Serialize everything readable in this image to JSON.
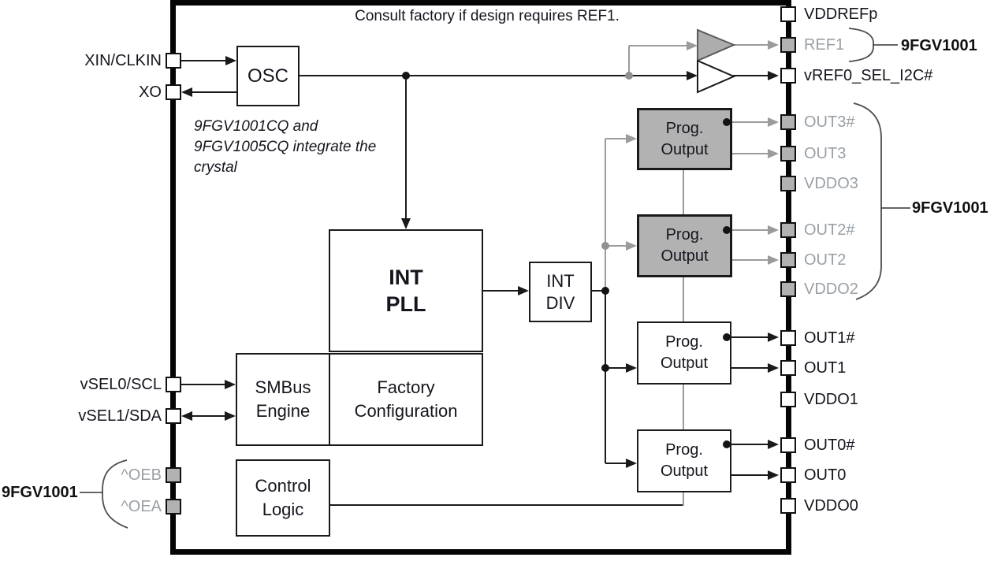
{
  "notes": {
    "consult": "Consult factory if design requires REF1.",
    "crystal_line1": "9FGV1001CQ and",
    "crystal_line2": "9FGV1005CQ integrate the",
    "crystal_line3": "crystal"
  },
  "device_labels": {
    "ref1_group": "9FGV1001",
    "out23_group": "9FGV1001",
    "oe_group": "9FGV1001"
  },
  "blocks": {
    "osc": {
      "label": "OSC"
    },
    "int_pll": {
      "line1": "INT",
      "line2": "PLL"
    },
    "int_div": {
      "line1": "INT",
      "line2": "DIV"
    },
    "smbus": {
      "line1": "SMBus",
      "line2": "Engine"
    },
    "factory": {
      "line1": "Factory",
      "line2": "Configuration"
    },
    "control": {
      "line1": "Control",
      "line2": "Logic"
    },
    "prog_output": {
      "line1": "Prog.",
      "line2": "Output"
    }
  },
  "pins_left": [
    {
      "label": "XIN/CLKIN",
      "type": "white"
    },
    {
      "label": "XO",
      "type": "white"
    },
    {
      "label": "vSEL0/SCL",
      "type": "white"
    },
    {
      "label": "vSEL1/SDA",
      "type": "white"
    },
    {
      "label": "^OEB",
      "type": "gray"
    },
    {
      "label": "^OEA",
      "type": "gray"
    }
  ],
  "pins_right": [
    {
      "label": "VDDREFp",
      "type": "white"
    },
    {
      "label": "REF1",
      "type": "gray"
    },
    {
      "label": "vREF0_SEL_I2C#",
      "type": "white"
    },
    {
      "label": "OUT3#",
      "type": "gray"
    },
    {
      "label": "OUT3",
      "type": "gray"
    },
    {
      "label": "VDDO3",
      "type": "gray"
    },
    {
      "label": "OUT2#",
      "type": "gray"
    },
    {
      "label": "OUT2",
      "type": "gray"
    },
    {
      "label": "VDDO2",
      "type": "gray"
    },
    {
      "label": "OUT1#",
      "type": "white"
    },
    {
      "label": "OUT1",
      "type": "white"
    },
    {
      "label": "VDDO1",
      "type": "white"
    },
    {
      "label": "OUT0#",
      "type": "white"
    },
    {
      "label": "OUT0",
      "type": "white"
    },
    {
      "label": "VDDO0",
      "type": "white"
    }
  ],
  "colors": {
    "line_black": "#1a1a1a",
    "line_gray": "#9b9b9b",
    "gray_fill": "#b2b2b2",
    "text_black": "#15151e",
    "text_gray": "#9aa0a6"
  }
}
